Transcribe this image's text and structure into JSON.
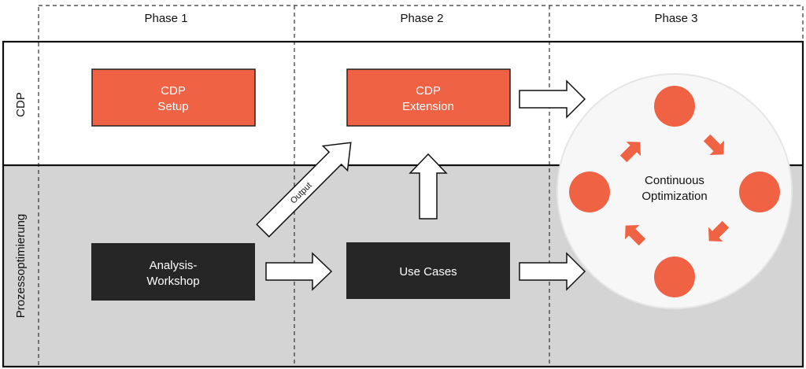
{
  "phases": [
    "Phase 1",
    "Phase 2",
    "Phase 3"
  ],
  "lanes": {
    "top": "CDP",
    "bottom": "Prozessoptimierung"
  },
  "boxes": {
    "cdp_setup": [
      "CDP",
      "Setup"
    ],
    "cdp_extension": [
      "CDP",
      "Extension"
    ],
    "analysis_workshop": [
      "Analysis-",
      "Workshop"
    ],
    "use_cases": [
      "Use Cases"
    ]
  },
  "arrows": {
    "output_label": "Output"
  },
  "cycle": {
    "label": [
      "Continuous",
      "Optimization"
    ]
  },
  "colors": {
    "accent": "#EF6244",
    "dark_box": "#262626",
    "lane_gray": "#D4D4D4",
    "cycle_bg": "#F7F7F7"
  }
}
